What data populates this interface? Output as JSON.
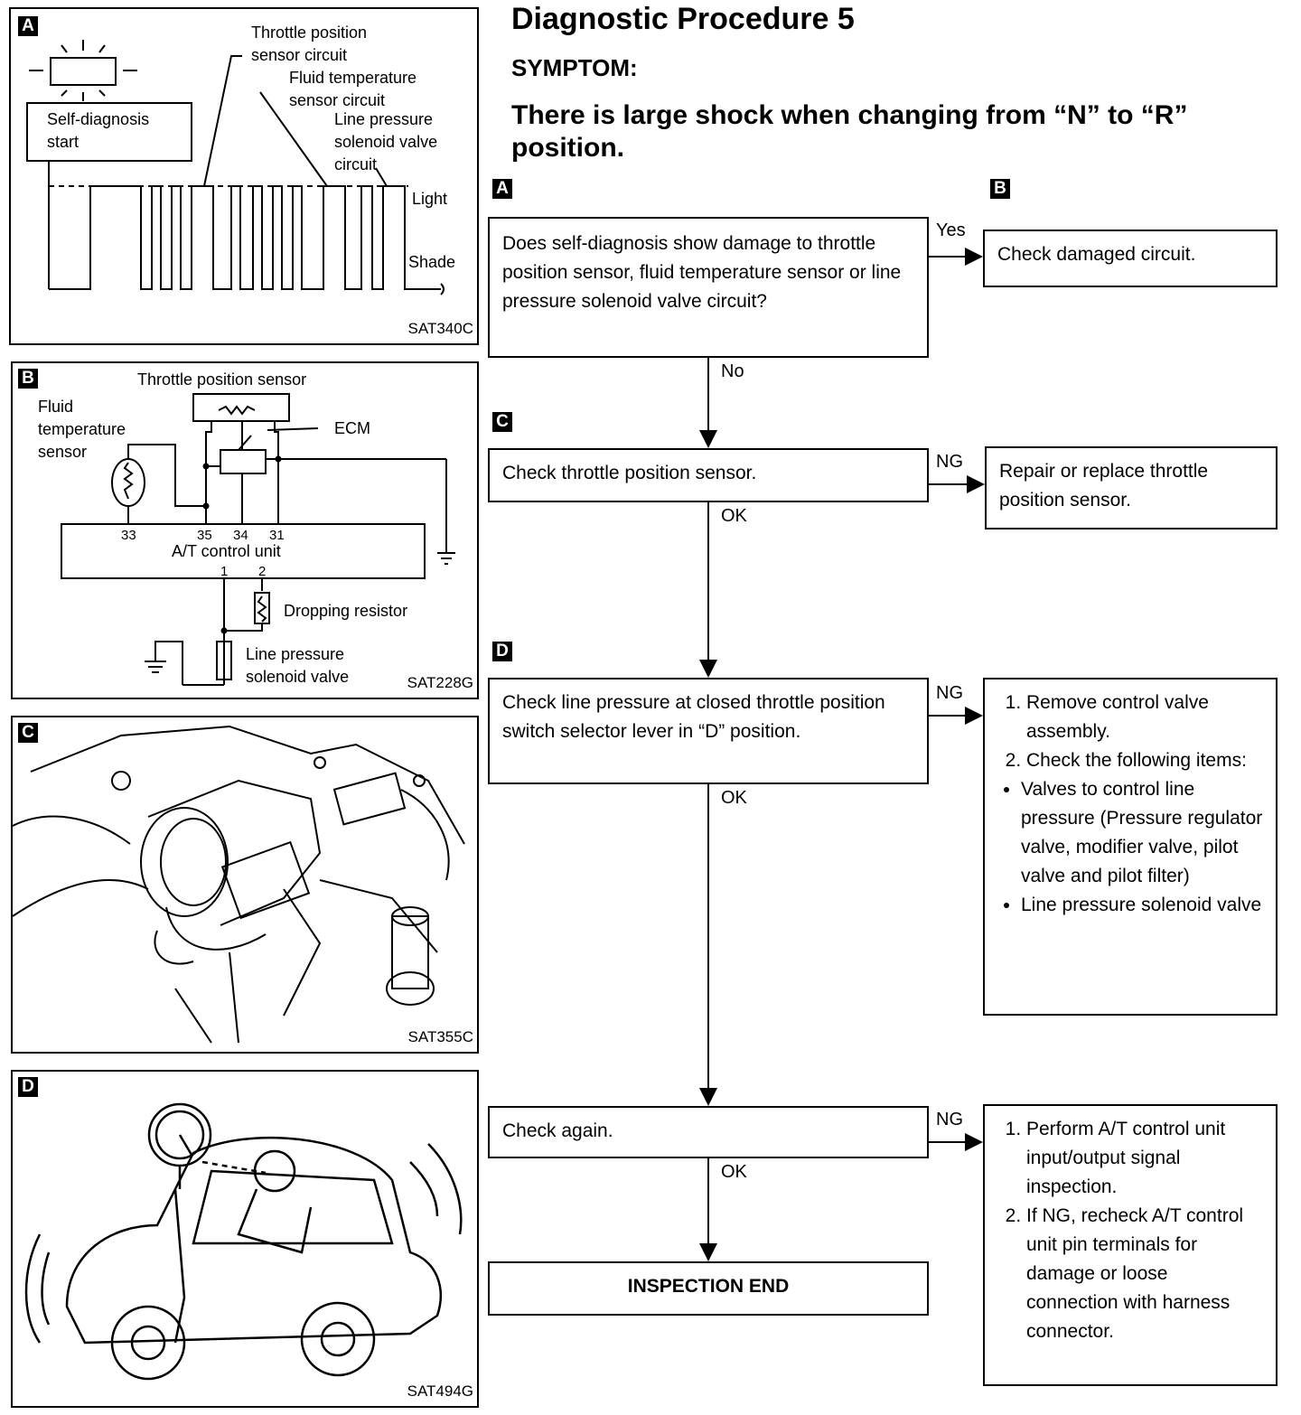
{
  "title": "Diagnostic Procedure 5",
  "symptom_label": "SYMPTOM:",
  "symptom_text": "There is large shock when changing from “N” to “R” position.",
  "panels": {
    "a": {
      "tag": "A",
      "code": "SAT340C",
      "self_diag": "Self-diagnosis start",
      "throttle_circuit": "Throttle position sensor circuit",
      "fluid_circuit": "Fluid temperature sensor circuit",
      "line_circuit": "Line pressure solenoid valve circuit",
      "light": "Light",
      "shade": "Shade"
    },
    "b": {
      "tag": "B",
      "code": "SAT228G",
      "throttle_sensor": "Throttle position sensor",
      "fluid_sensor": "Fluid temperature sensor",
      "ecm": "ECM",
      "control_unit": "A/T control unit",
      "dropping_resistor": "Dropping resistor",
      "line_valve": "Line pressure solenoid valve",
      "pins": [
        "33",
        "35",
        "34",
        "31",
        "1",
        "2"
      ]
    },
    "c": {
      "tag": "C",
      "code": "SAT355C"
    },
    "d": {
      "tag": "D",
      "code": "SAT494G"
    }
  },
  "flow": {
    "tags": [
      "A",
      "B",
      "C",
      "D"
    ],
    "q_self_diag": "Does self-diagnosis show damage to throttle position sensor, fluid temperature sensor or line pressure solenoid valve circuit?",
    "yes": "Yes",
    "no": "No",
    "check_damaged": "Check damaged circuit.",
    "check_tps": "Check throttle position sensor.",
    "ng": "NG",
    "ok": "OK",
    "repair_tps": "Repair or replace throttle position sensor.",
    "check_line_pressure": "Check line pressure at closed throttle position switch selector lever in “D” position.",
    "ng_d_steps": [
      "Remove control valve assembly.",
      "Check the following items:"
    ],
    "ng_d_bullets": [
      "Valves to control line pressure (Pressure regulator valve, modifier valve, pilot valve and pilot filter)",
      "Line pressure solenoid valve"
    ],
    "check_again": "Check again.",
    "ng_final_steps": [
      "Perform A/T control unit input/output signal inspection.",
      "If NG, recheck A/T control unit pin terminals for damage or loose connection with harness connector."
    ],
    "inspection_end": "INSPECTION END"
  }
}
